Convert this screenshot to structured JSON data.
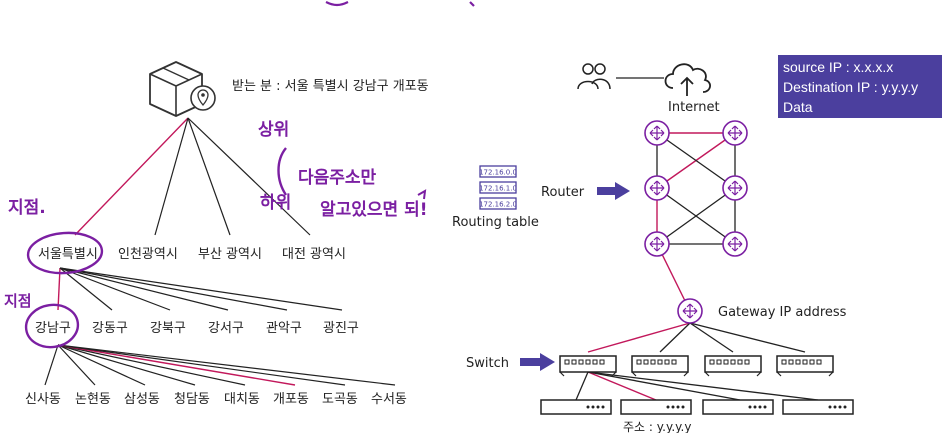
{
  "colors": {
    "accent": "#7b1fa2",
    "line": "#333333",
    "redline": "#c2185b",
    "box": "#4b3f9e",
    "arrow": "#4b3f9e"
  },
  "delivery": {
    "recipient": "받는 분 : 서울 특별시 강남구 개포동",
    "cities": [
      "서울특별시",
      "인천광역시",
      "부산 광역시",
      "대전 광역시"
    ],
    "districts": [
      "강남구",
      "강동구",
      "강북구",
      "강서구",
      "관악구",
      "광진구"
    ],
    "neighborhoods": [
      "신사동",
      "논현동",
      "삼성동",
      "청담동",
      "대치동",
      "개포동",
      "도곡동",
      "수서동"
    ]
  },
  "annotations": {
    "upper": "상위",
    "next_address": "다음주소만",
    "know_then_ok": "알고있으면 되!",
    "lower": "하위",
    "branch1": "지점.",
    "branch2": "지점"
  },
  "network": {
    "internet": "Internet",
    "router": "Router",
    "routing_table": "Routing table",
    "routing_entries": [
      "172.16.0.0",
      "172.16.1.0",
      "172.16.2.0"
    ],
    "gateway": "Gateway IP address",
    "switch": "Switch",
    "address": "주소 : y.y.y.y"
  },
  "info_box": {
    "lines": [
      "source IP : x.x.x.x",
      "Destination IP : y.y.y.y",
      "Data"
    ]
  },
  "icons": [
    "package-icon",
    "location-pin-icon",
    "users-icon",
    "cloud-upload-icon",
    "router-icon",
    "switch-icon",
    "host-icon",
    "arrow-right-icon"
  ]
}
